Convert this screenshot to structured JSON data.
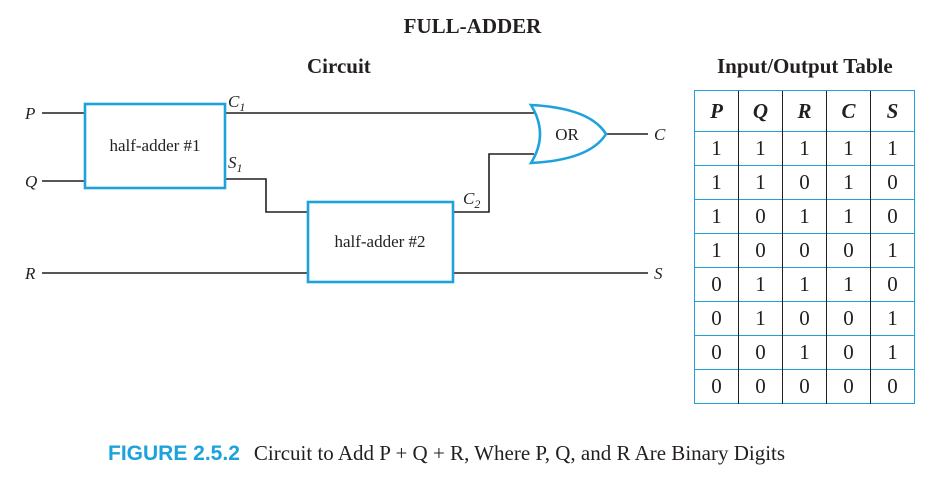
{
  "title": "FULL-ADDER",
  "circuit": {
    "heading": "Circuit",
    "inputs": {
      "p": "P",
      "q": "Q",
      "r": "R"
    },
    "outputs": {
      "c": "C",
      "s": "S"
    },
    "half_adder_1": "half-adder #1",
    "half_adder_2": "half-adder #2",
    "or_gate": "OR",
    "signals": {
      "c1": {
        "letter": "C",
        "sub": "1"
      },
      "s1": {
        "letter": "S",
        "sub": "1"
      },
      "c2": {
        "letter": "C",
        "sub": "2"
      }
    },
    "colors": {
      "component_outline": "#1ea2dc",
      "wire": "#231f20"
    }
  },
  "table": {
    "heading": "Input/Output Table",
    "headers": [
      "P",
      "Q",
      "R",
      "C",
      "S"
    ],
    "rows": [
      [
        "1",
        "1",
        "1",
        "1",
        "1"
      ],
      [
        "1",
        "1",
        "0",
        "1",
        "0"
      ],
      [
        "1",
        "0",
        "1",
        "1",
        "0"
      ],
      [
        "1",
        "0",
        "0",
        "0",
        "1"
      ],
      [
        "0",
        "1",
        "1",
        "1",
        "0"
      ],
      [
        "0",
        "1",
        "0",
        "0",
        "1"
      ],
      [
        "0",
        "0",
        "1",
        "0",
        "1"
      ],
      [
        "0",
        "0",
        "0",
        "0",
        "0"
      ]
    ]
  },
  "caption": {
    "label": "FIGURE 2.5.2",
    "text": "Circuit to Add P + Q + R, Where P, Q, and R Are Binary Digits"
  }
}
